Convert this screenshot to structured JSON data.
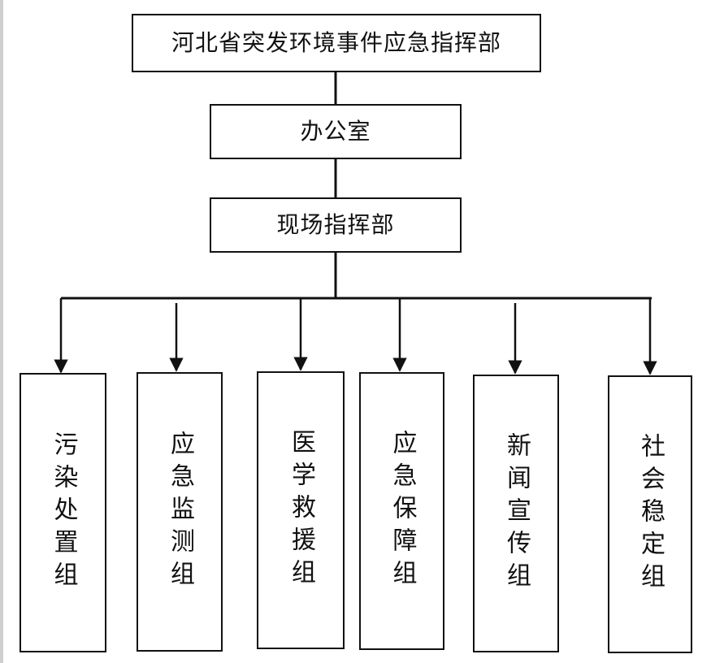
{
  "title_box": {
    "label": "河北省突发环境事件应急指挥部"
  },
  "office_box": {
    "label": "办公室"
  },
  "site_box": {
    "label": "现场指挥部"
  },
  "groups": [
    {
      "name": "group-pollution-disposal",
      "label": "污染处置组"
    },
    {
      "name": "group-emergency-monitoring",
      "label": "应急监测组"
    },
    {
      "name": "group-medical-rescue",
      "label": "医学救援组"
    },
    {
      "name": "group-emergency-support",
      "label": "应急保障组"
    },
    {
      "name": "group-news-publicity",
      "label": "新闻宣传组"
    },
    {
      "name": "group-social-stability",
      "label": "社会稳定组"
    }
  ],
  "colors": {
    "line": "#111111",
    "background": "#ffffff"
  }
}
